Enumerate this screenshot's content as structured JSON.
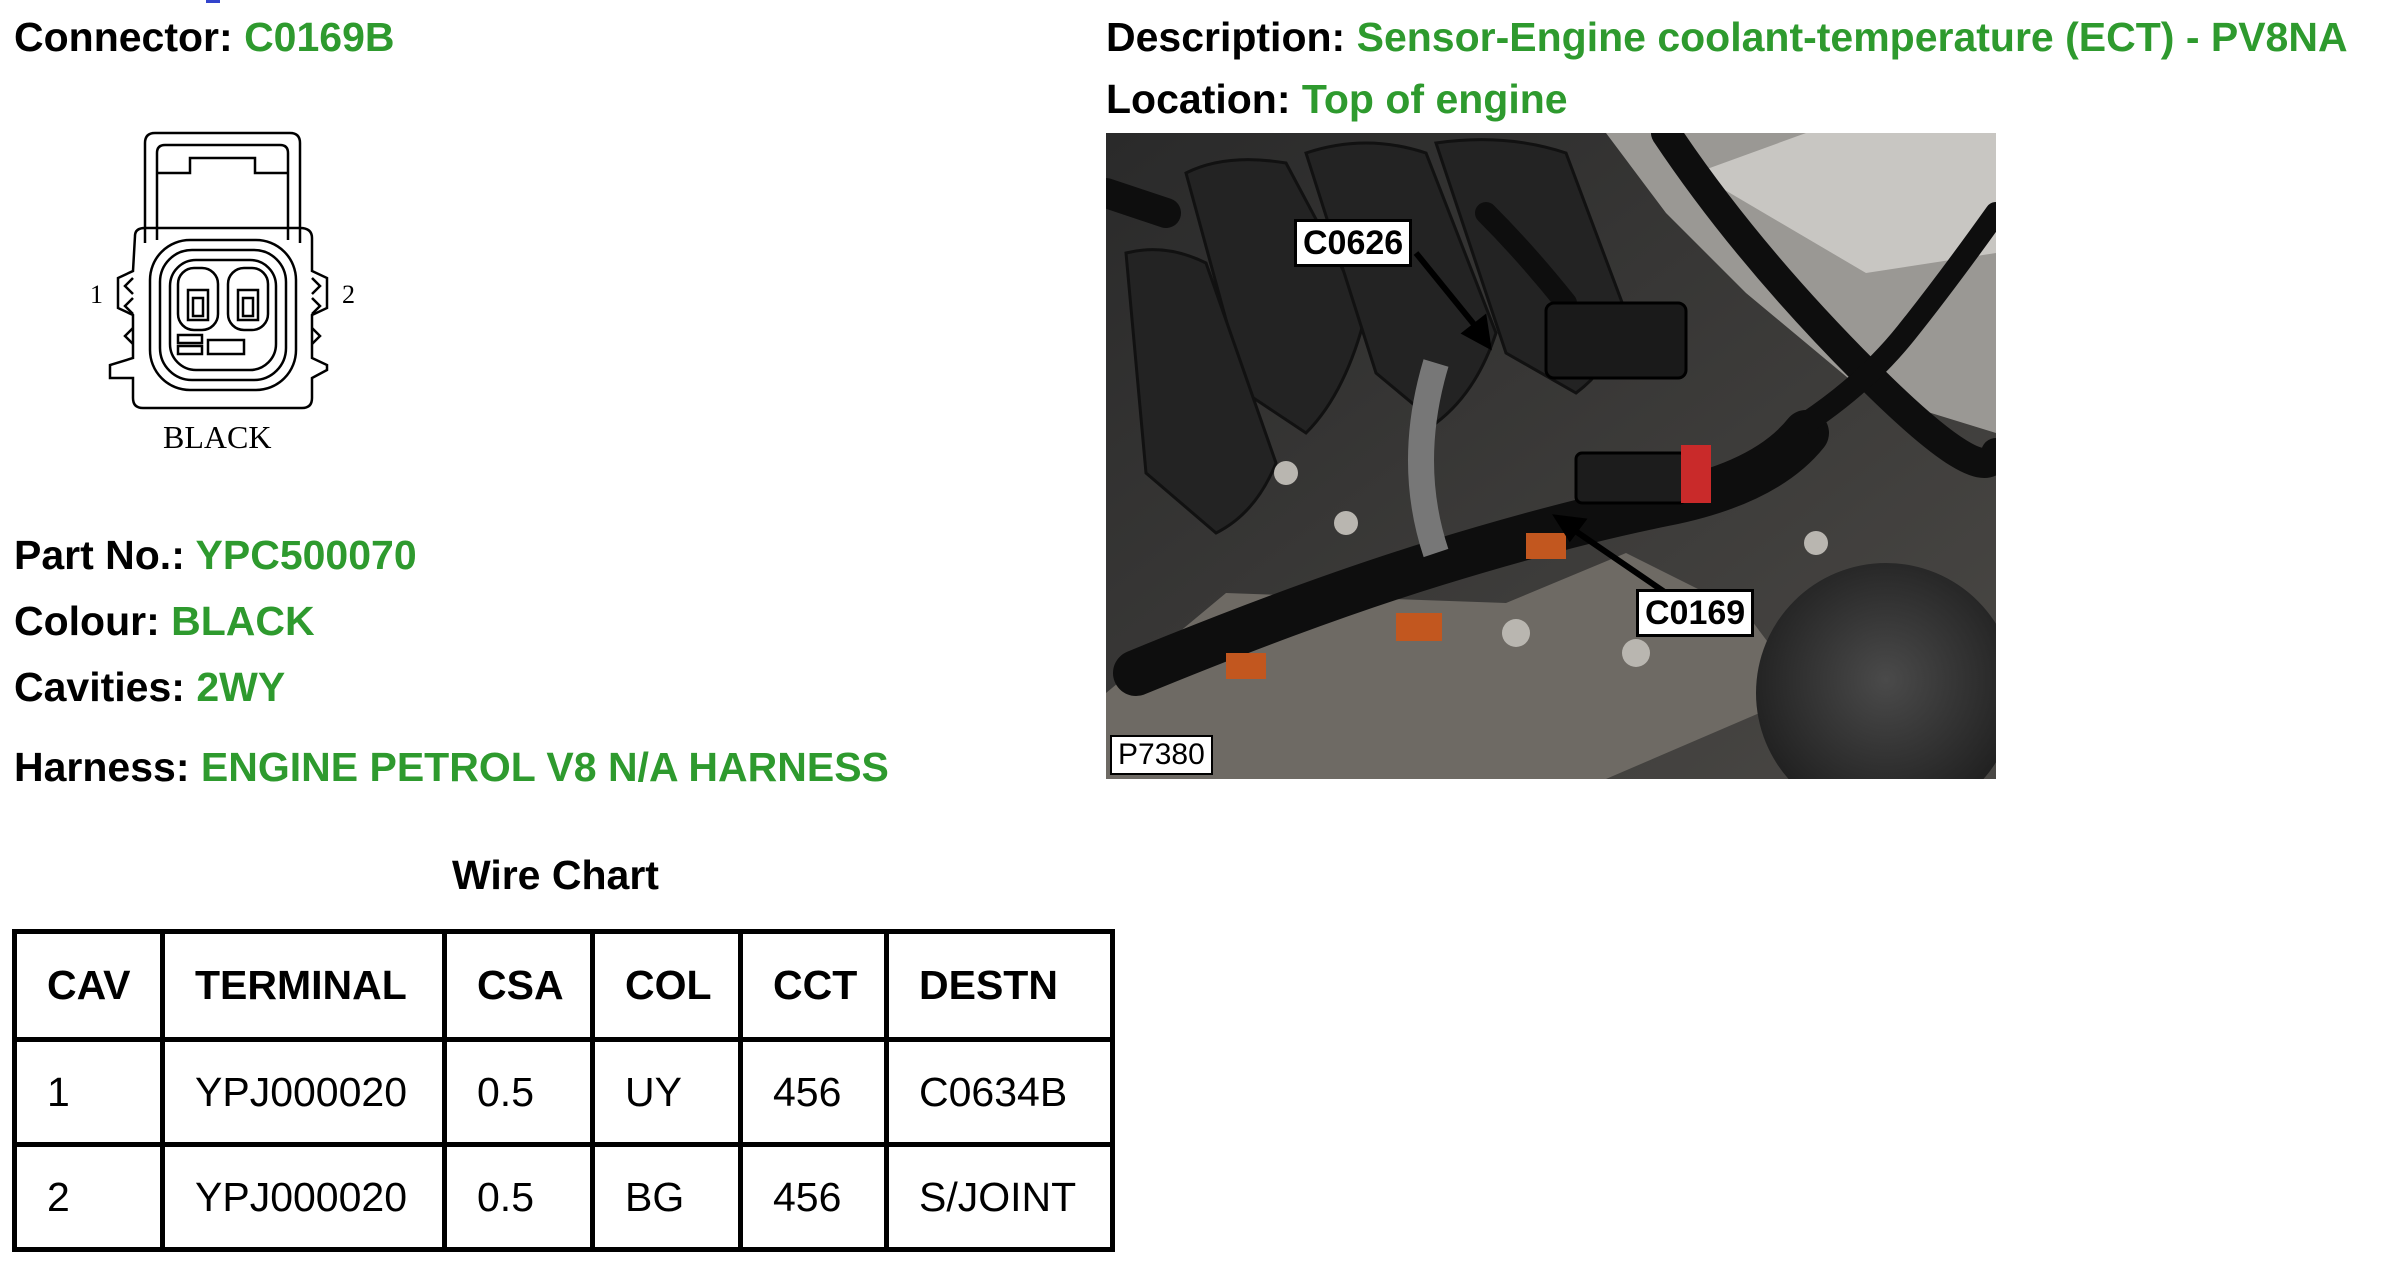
{
  "connector": {
    "label": "Connector:",
    "value": "C0169B"
  },
  "description": {
    "label": "Description:",
    "value": "Sensor-Engine coolant-temperature (ECT) - PV8NA"
  },
  "location": {
    "label": "Location:",
    "value": "Top of engine"
  },
  "diagram": {
    "pin_left": "1",
    "pin_right": "2",
    "colour_caption": "BLACK"
  },
  "part": {
    "label": "Part No.:",
    "value": "YPC500070"
  },
  "colour": {
    "label": "Colour:",
    "value": "BLACK"
  },
  "cavities": {
    "label": "Cavities:",
    "value": "2WY"
  },
  "harness": {
    "label": "Harness:",
    "value": "ENGINE PETROL V8 N/A HARNESS"
  },
  "photo": {
    "callout_1": "C0626",
    "callout_2": "C0169",
    "photo_id": "P7380"
  },
  "wire_chart": {
    "title": "Wire Chart",
    "headers": [
      "CAV",
      "TERMINAL",
      "CSA",
      "COL",
      "CCT",
      "DESTN"
    ],
    "rows": [
      [
        "1",
        "YPJ000020",
        "0.5",
        "UY",
        "456",
        "C0634B"
      ],
      [
        "2",
        "YPJ000020",
        "0.5",
        "BG",
        "456",
        "S/JOINT"
      ]
    ]
  },
  "colors": {
    "value_green": "#2e9a2e"
  }
}
